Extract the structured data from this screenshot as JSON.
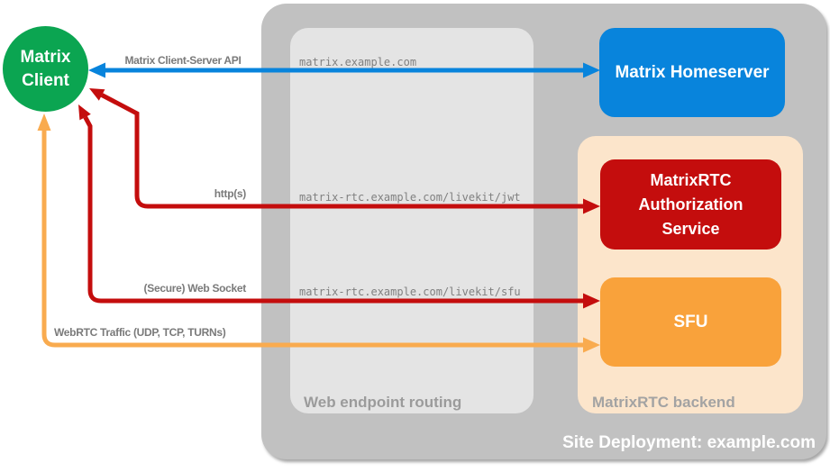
{
  "groups": {
    "site": {
      "label": "Site Deployment: example.com",
      "fill": "#c1c1c1",
      "label_color": "#ffffff"
    },
    "routing": {
      "label": "Web endpoint routing",
      "fill": "#e4e4e4",
      "label_color": "#9b9b9b"
    },
    "backend": {
      "label": "MatrixRTC backend",
      "fill": "#fce5cb",
      "label_color": "#a3a3a3"
    }
  },
  "nodes": {
    "client": {
      "label": "Matrix Client",
      "fill": "#0ba551",
      "text_color": "#ffffff",
      "shape": "circle"
    },
    "homeserver": {
      "label": "Matrix Homeserver",
      "fill": "#0884dc",
      "text_color": "#ffffff",
      "shape": "rounded-rect"
    },
    "auth": {
      "label": "MatrixRTC Authorization Service",
      "fill": "#c40d0d",
      "text_color": "#ffffff",
      "shape": "rounded-rect"
    },
    "sfu": {
      "label": "SFU",
      "fill": "#f9a23b",
      "text_color": "#ffffff",
      "shape": "rounded-rect"
    }
  },
  "routes": {
    "homeserver": "matrix.example.com",
    "jwt": "matrix-rtc.example.com/livekit/jwt",
    "sfu": "matrix-rtc.example.com/livekit/sfu"
  },
  "connections": [
    {
      "label": "Matrix Client-Server API",
      "color": "#0884dc",
      "from": "Matrix Client",
      "to": "Matrix Homeserver",
      "bidirectional": true
    },
    {
      "label": "http(s)",
      "color": "#c40d0d",
      "from": "Matrix Client",
      "to": "MatrixRTC Authorization Service",
      "bidirectional": true
    },
    {
      "label": "(Secure) Web Socket",
      "color": "#c40d0d",
      "from": "Matrix Client",
      "to": "SFU",
      "bidirectional": true
    },
    {
      "label": "WebRTC Traffic (UDP, TCP, TURNs)",
      "color": "#f9ab4f",
      "from": "Matrix Client",
      "to": "SFU",
      "bidirectional": true
    }
  ]
}
